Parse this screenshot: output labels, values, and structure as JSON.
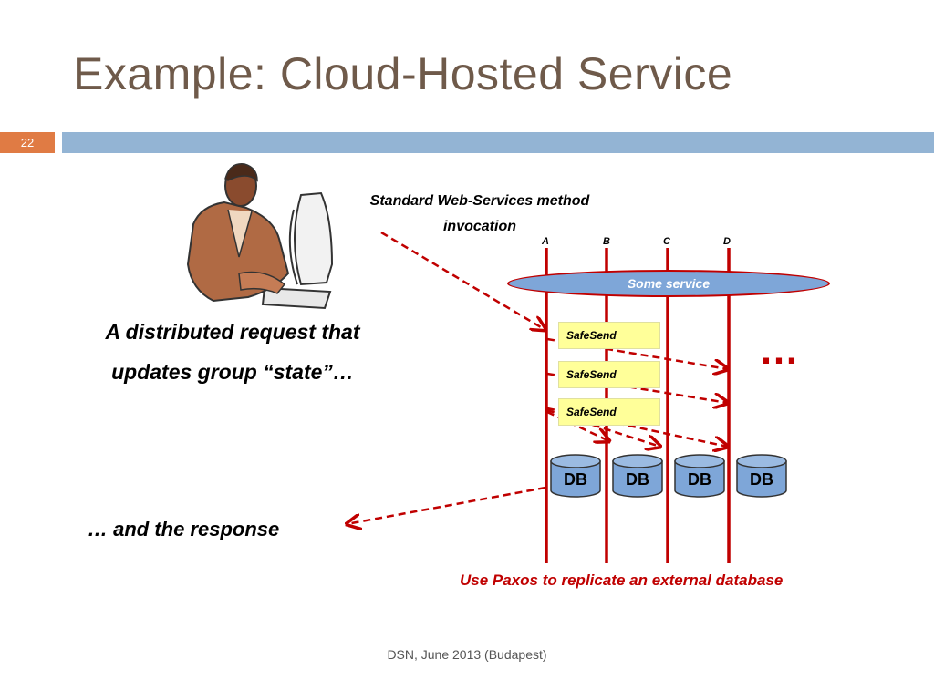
{
  "slide": {
    "title": "Example: Cloud-Hosted Service",
    "number": "22",
    "footer": "DSN, June 2013 (Budapest)"
  },
  "diagram": {
    "caption_line1": "Standard Web-Services method",
    "caption_line2": "invocation",
    "request_line1": "A distributed request that",
    "request_line2": "updates group  “state”…",
    "response": "… and the response",
    "paxos_note": "Use Paxos to replicate an external database",
    "service_label": "Some service",
    "members": [
      "A",
      "B",
      "C",
      "D"
    ],
    "safesend_labels": [
      "SafeSend",
      "SafeSend",
      "SafeSend"
    ],
    "databases": [
      "DB",
      "DB",
      "DB",
      "DB"
    ],
    "ellipsis": "…",
    "colors": {
      "accent_red": "#c00000",
      "title_brown": "#6f5a4a",
      "band_blue": "#93b4d4",
      "slide_num_orange": "#e07b44",
      "db_blue": "#7ea6d8",
      "safesend_yellow": "#ffff99"
    }
  },
  "illustration": {
    "icon": "person-at-computer-clipart"
  }
}
